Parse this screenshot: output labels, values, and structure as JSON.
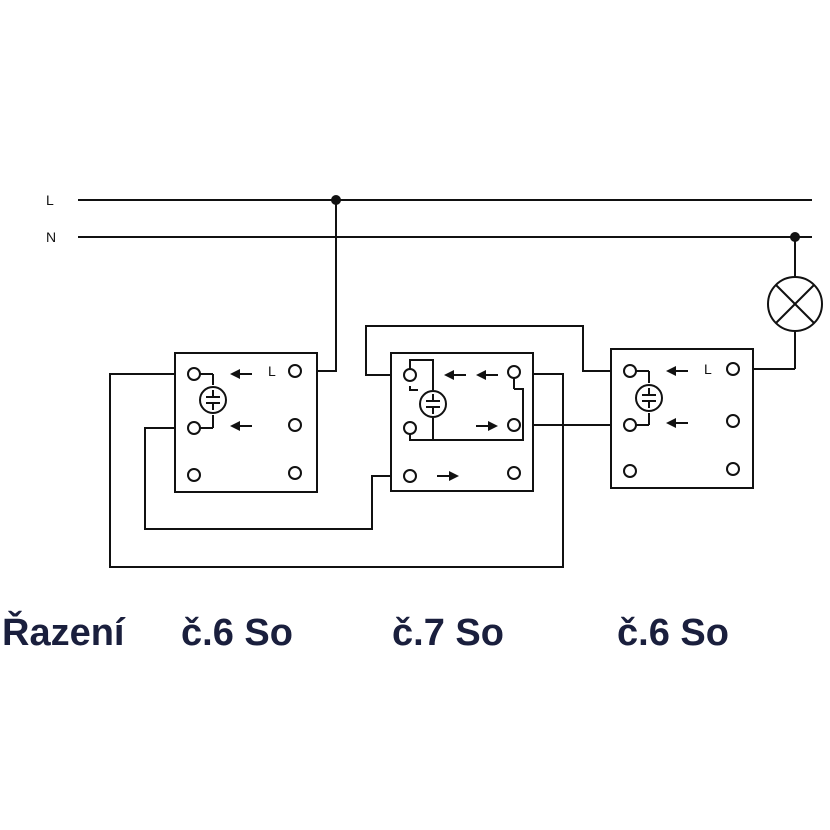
{
  "lines": {
    "l_label": "L",
    "n_label": "N"
  },
  "switches": [
    {
      "id": "left",
      "l_label": "L"
    },
    {
      "id": "middle"
    },
    {
      "id": "right",
      "l_label": "L"
    }
  ],
  "caption": {
    "title": "Řazení",
    "left": "č.6 So",
    "middle": "č.7 So",
    "right": "č.6 So"
  },
  "colors": {
    "wire": "#111111",
    "caption": "#1a1f3d"
  },
  "icons": [
    "lamp-icon",
    "glow-lamp-icon",
    "arrow-icon"
  ]
}
